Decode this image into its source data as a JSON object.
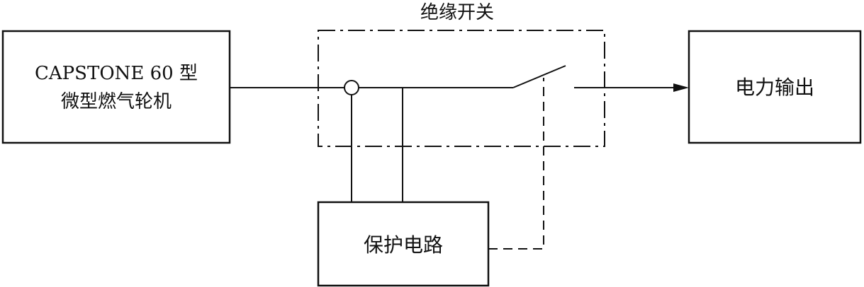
{
  "blocks": {
    "turbine": {
      "line1": "CAPSTONE 60 型",
      "line2": "微型燃气轮机"
    },
    "isolation_switch": {
      "label": "绝缘开关"
    },
    "output": {
      "label": "电力输出"
    },
    "protection": {
      "label": "保护电路"
    }
  },
  "colors": {
    "stroke": "#111111",
    "background": "#ffffff"
  }
}
